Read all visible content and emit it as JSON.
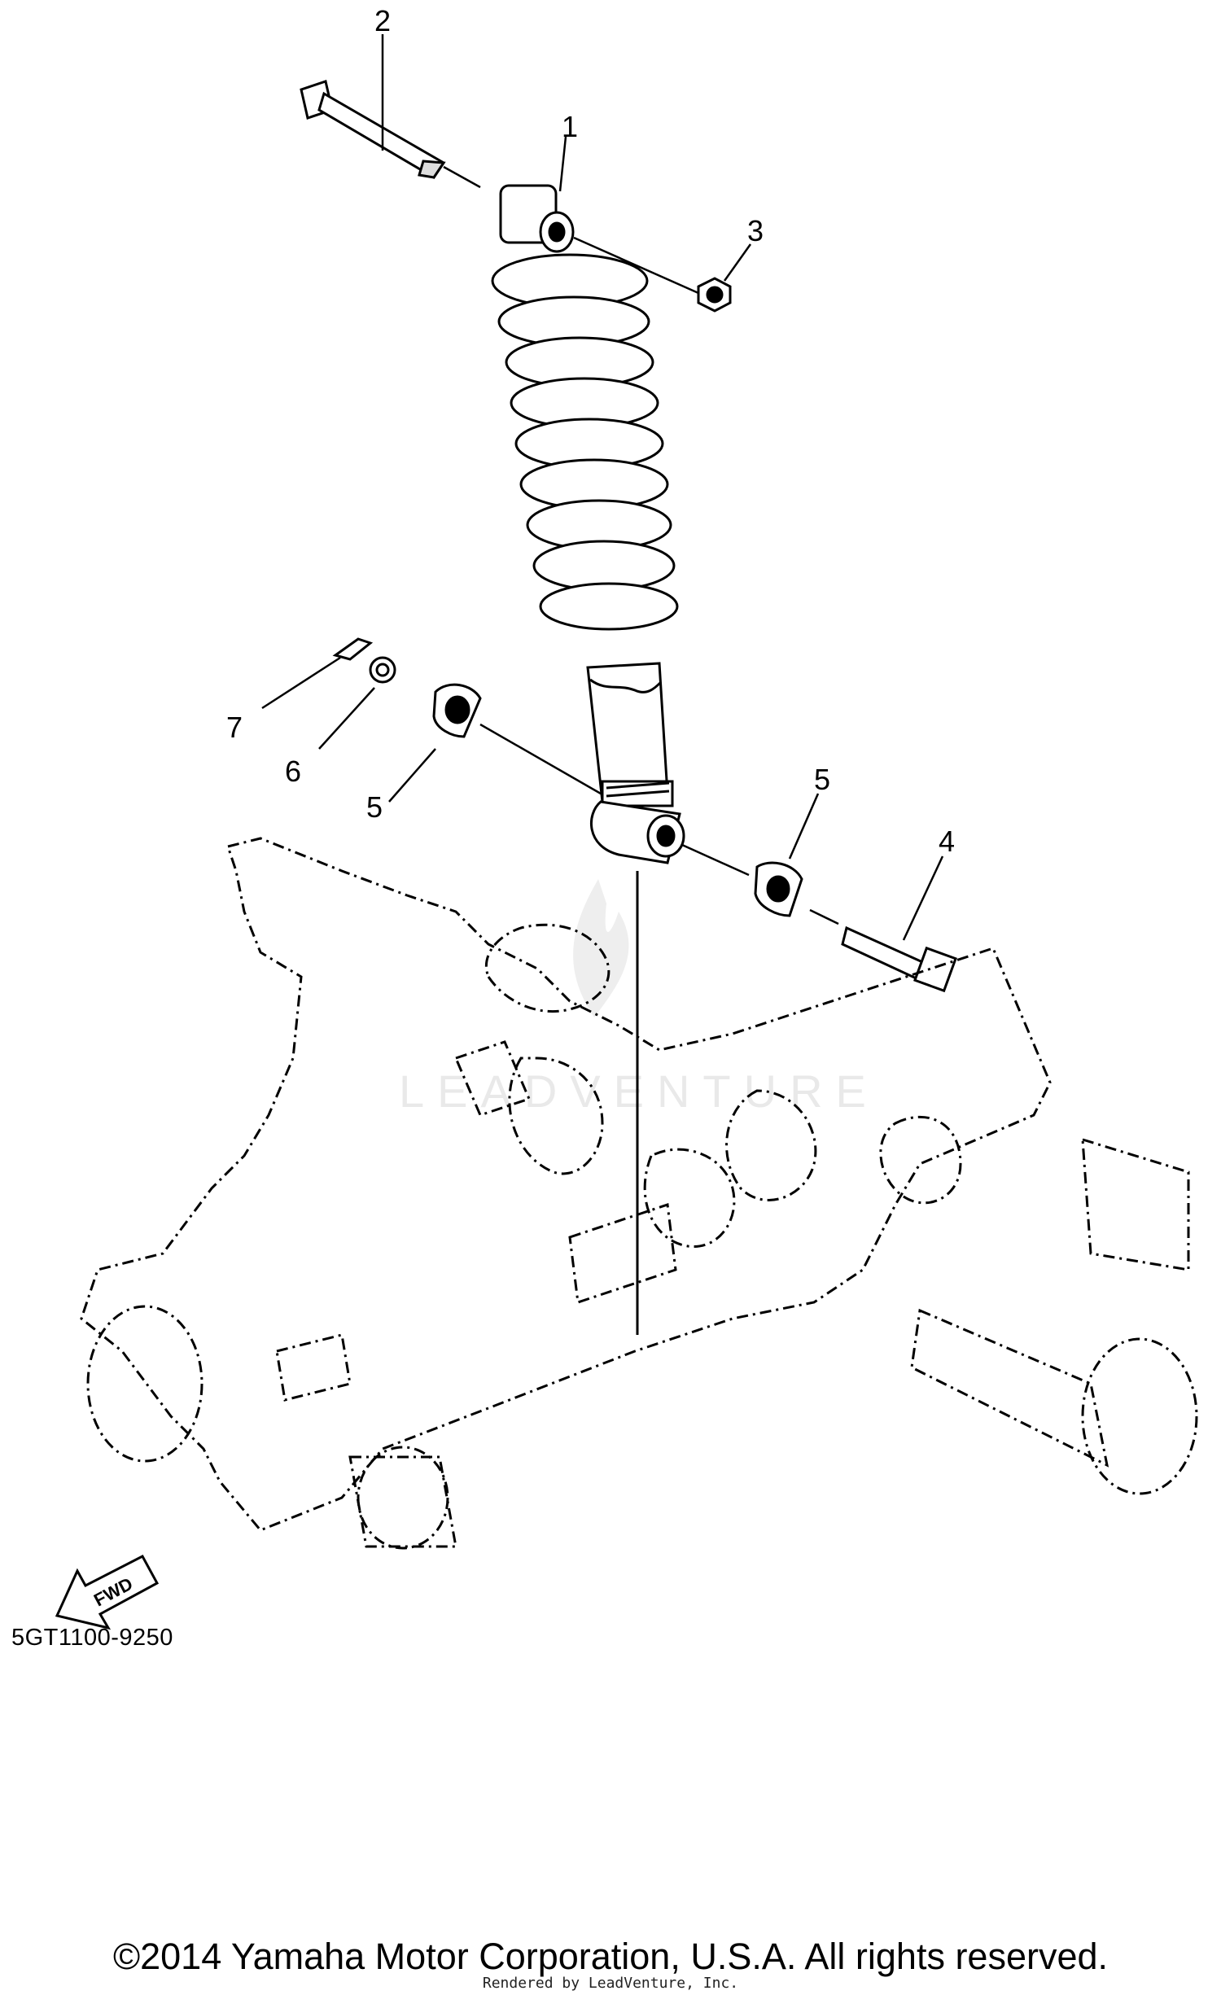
{
  "diagram": {
    "callouts": [
      "1",
      "2",
      "3",
      "4",
      "5",
      "5",
      "6",
      "7"
    ],
    "fwd_label": "FWD",
    "part_number": "5GT1100-9250",
    "watermark": "LEADVENTURE"
  },
  "footer": {
    "copyright": "©2014 Yamaha Motor Corporation, U.S.A. All rights reserved.",
    "rendered_by": "Rendered by LeadVenture, Inc."
  }
}
